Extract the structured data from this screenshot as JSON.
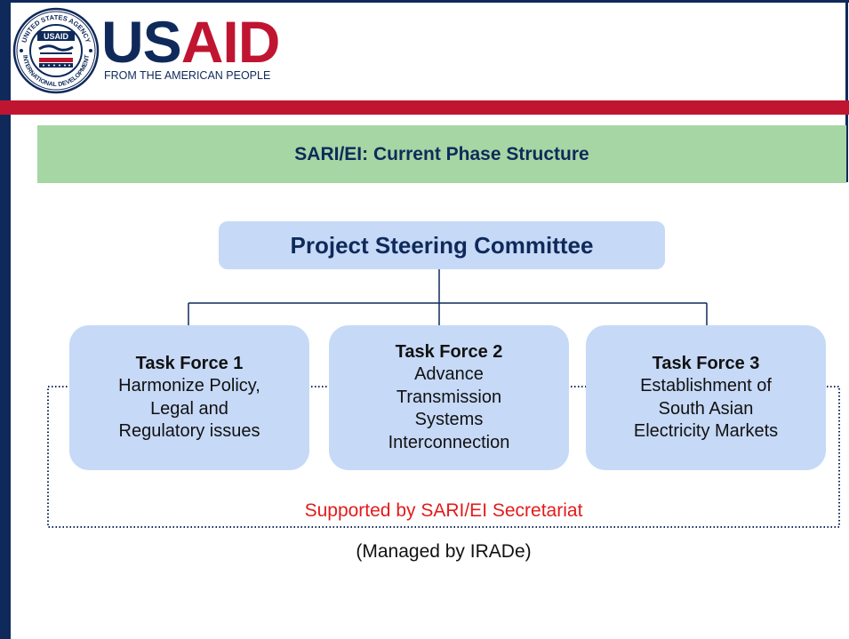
{
  "header": {
    "logo_main": "AID",
    "logo_prefix": "US",
    "logo_tagline": "FROM THE AMERICAN PEOPLE",
    "seal_ring_text": "UNITED STATES AGENCY INTERNATIONAL DEVELOPMENT",
    "seal_text": "USAID"
  },
  "title": "SARI/EI: Current Phase Structure",
  "steering_committee": "Project Steering Committee",
  "task_forces": [
    {
      "name": "Task Force 1",
      "lines": [
        "Harmonize Policy,",
        "Legal and",
        "Regulatory issues"
      ]
    },
    {
      "name": "Task Force 2",
      "lines": [
        "Advance",
        "Transmission",
        "Systems",
        "Interconnection"
      ]
    },
    {
      "name": "Task Force 3",
      "lines": [
        "Establishment of",
        "South Asian",
        "Electricity Markets"
      ]
    }
  ],
  "support": "Supported by SARI/EI Secretariat",
  "managed": "(Managed by IRADe)",
  "colors": {
    "navy": "#0f2a5a",
    "red": "#c01531",
    "title_band": "#a6d6a4",
    "box_fill": "#c6d9f7",
    "support_red": "#e31b1b"
  }
}
